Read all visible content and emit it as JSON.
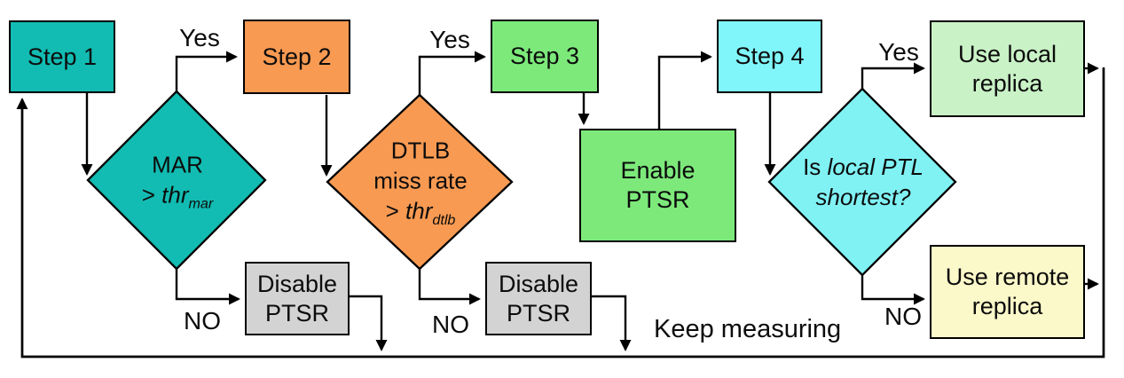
{
  "colors": {
    "step1": "#12bcb2",
    "step2": "#f89a52",
    "step3": "#7de97b",
    "step4": "#80f6fa",
    "mar_diamond": "#12bcb2",
    "dtlb_diamond": "#f89a52",
    "ptl_diamond": "#80f2f4",
    "enable_ptsr": "#7de97b",
    "disable_ptsr_1": "#d3d3d3",
    "disable_ptsr_2": "#d3d3d3",
    "use_local": "#c9f2c6",
    "use_remote": "#fbf8c9"
  },
  "nodes": {
    "step1": {
      "label": "Step 1"
    },
    "step2": {
      "label": "Step 2"
    },
    "step3": {
      "label": "Step 3"
    },
    "step4": {
      "label": "Step 4"
    },
    "enable_ptsr": {
      "label": "Enable PTSR"
    },
    "disable_ptsr_1": {
      "label": "Disable PTSR"
    },
    "disable_ptsr_2": {
      "label": "Disable PTSR"
    },
    "use_local": {
      "label": "Use local replica"
    },
    "use_remote": {
      "label": "Use remote replica"
    },
    "mar_decision": {
      "metric": "MAR",
      "operator": ">",
      "threshold": "thr",
      "threshold_sub": "mar"
    },
    "dtlb_decision": {
      "metric": "DTLB",
      "metric_line2": "miss rate",
      "operator": ">",
      "threshold": "thr",
      "threshold_sub": "dtlb"
    },
    "ptl_decision": {
      "prefix": "Is",
      "question_line1": "local PTL",
      "question_line2": "shortest?"
    }
  },
  "edge_labels": {
    "yes": "Yes",
    "no": "NO"
  },
  "annotations": {
    "keep_measuring": "Keep measuring"
  }
}
